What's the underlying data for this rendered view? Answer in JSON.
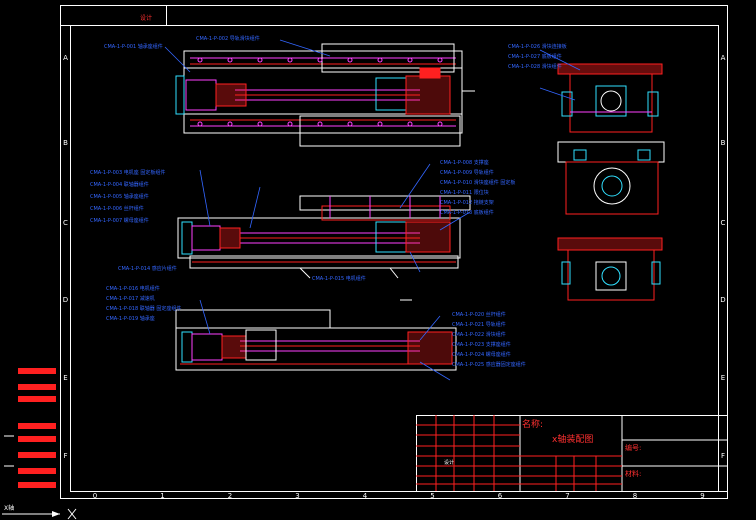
{
  "title_block": {
    "name_label": "名称:",
    "drawing_title": "x轴装配图",
    "code_label": "编号:",
    "material_label": "材料:",
    "revision_mark": "设计"
  },
  "frame": {
    "row_letters": [
      "A",
      "B",
      "C",
      "D",
      "E",
      "F"
    ],
    "col_numbers": [
      "0",
      "1",
      "2",
      "3",
      "4",
      "5",
      "6",
      "7",
      "8",
      "9"
    ],
    "corner_label": "X轴"
  },
  "callouts": {
    "view1": [
      "CMA-1-P-001 轴承座组件",
      "CMA-1-P-002 导轨滑块组件"
    ],
    "view2_left": [
      "CMA-1-P-003 电机座 固定板组件",
      "CMA-1-P-004 联轴器组件",
      "CMA-1-P-005 轴承座组件",
      "CMA-1-P-006 丝杆组件",
      "CMA-1-P-007 螺母座组件"
    ],
    "view2_right": [
      "CMA-1-P-008 支撑座",
      "CMA-1-P-009 导轨组件",
      "CMA-1-P-010 滑块座组件 固定板",
      "CMA-1-P-011 限位块",
      "CMA-1-P-012 拖链支架",
      "CMA-1-P-013 底板组件"
    ],
    "view2_bottom": [
      "CMA-1-P-014 感应片组件",
      "CMA-1-P-015 电机组件"
    ],
    "view3_left": [
      "CMA-1-P-016 电机组件",
      "CMA-1-P-017 减速机",
      "CMA-1-P-018 联轴器 固定座组件",
      "CMA-1-P-019 轴承座"
    ],
    "view3_right": [
      "CMA-1-P-020 丝杆组件",
      "CMA-1-P-021 导轨组件",
      "CMA-1-P-022 滑块组件",
      "CMA-1-P-023 支撑座组件",
      "CMA-1-P-024 螺母座组件",
      "CMA-1-P-025 感应器固定座组件"
    ],
    "side_views": [
      "CMA-1-P-026 滑块连接板",
      "CMA-1-P-027 底板组件",
      "CMA-1-P-028 滑块组件"
    ]
  },
  "colors": {
    "background": "#000000",
    "frame": "#ffffff",
    "part_red": "#ff2020",
    "callout_blue": "#3366ff",
    "part_magenta": "#ff40ff",
    "part_cyan": "#30e0ff",
    "part_green": "#40ff40",
    "part_yellow": "#ffff40",
    "title_text_red": "#ff3030"
  }
}
